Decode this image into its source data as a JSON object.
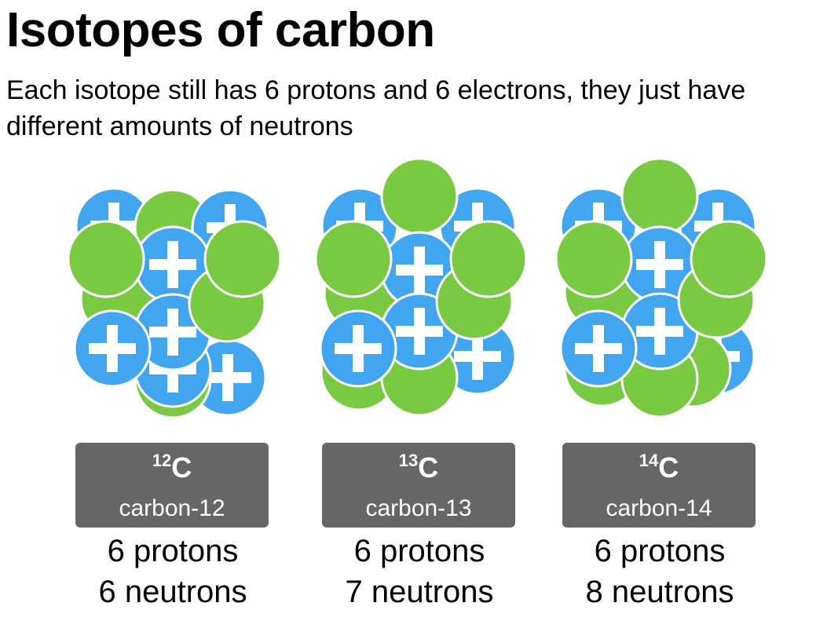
{
  "title": "Isotopes of carbon",
  "subtitle": "Each isotope still has 6 protons and 6 electrons, they just have different amounts of neutrons",
  "colors": {
    "proton": "#42a5f0",
    "neutron": "#7ac943",
    "label_box": "#666666",
    "particle_outline": "#ffffff"
  },
  "icons": {
    "proton": "plus-sign-icon",
    "neutron": "plain-circle-icon"
  },
  "isotopes": [
    {
      "mass_number": "12",
      "symbol": "C",
      "name": "carbon-12",
      "protons_text": "6 protons",
      "neutrons_text": "6 neutrons",
      "protons": 6,
      "neutrons": 6
    },
    {
      "mass_number": "13",
      "symbol": "C",
      "name": "carbon-13",
      "protons_text": "6 protons",
      "neutrons_text": "7 neutrons",
      "protons": 6,
      "neutrons": 7
    },
    {
      "mass_number": "14",
      "symbol": "C",
      "name": "carbon-14",
      "protons_text": "6 protons",
      "neutrons_text": "8 neutrons",
      "protons": 6,
      "neutrons": 8
    }
  ]
}
